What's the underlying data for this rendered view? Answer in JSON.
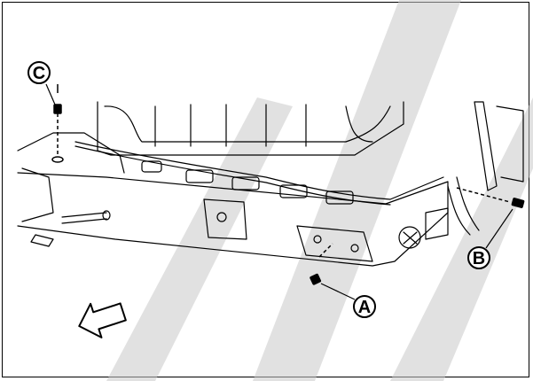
{
  "callouts": {
    "a": "A",
    "b": "B",
    "c": "C"
  },
  "icons": {
    "direction_arrow": "direction-arrow-icon",
    "bolt": "bolt-icon"
  },
  "colors": {
    "line": "#000000",
    "watermark": "#c9c9c9",
    "background": "#ffffff"
  }
}
